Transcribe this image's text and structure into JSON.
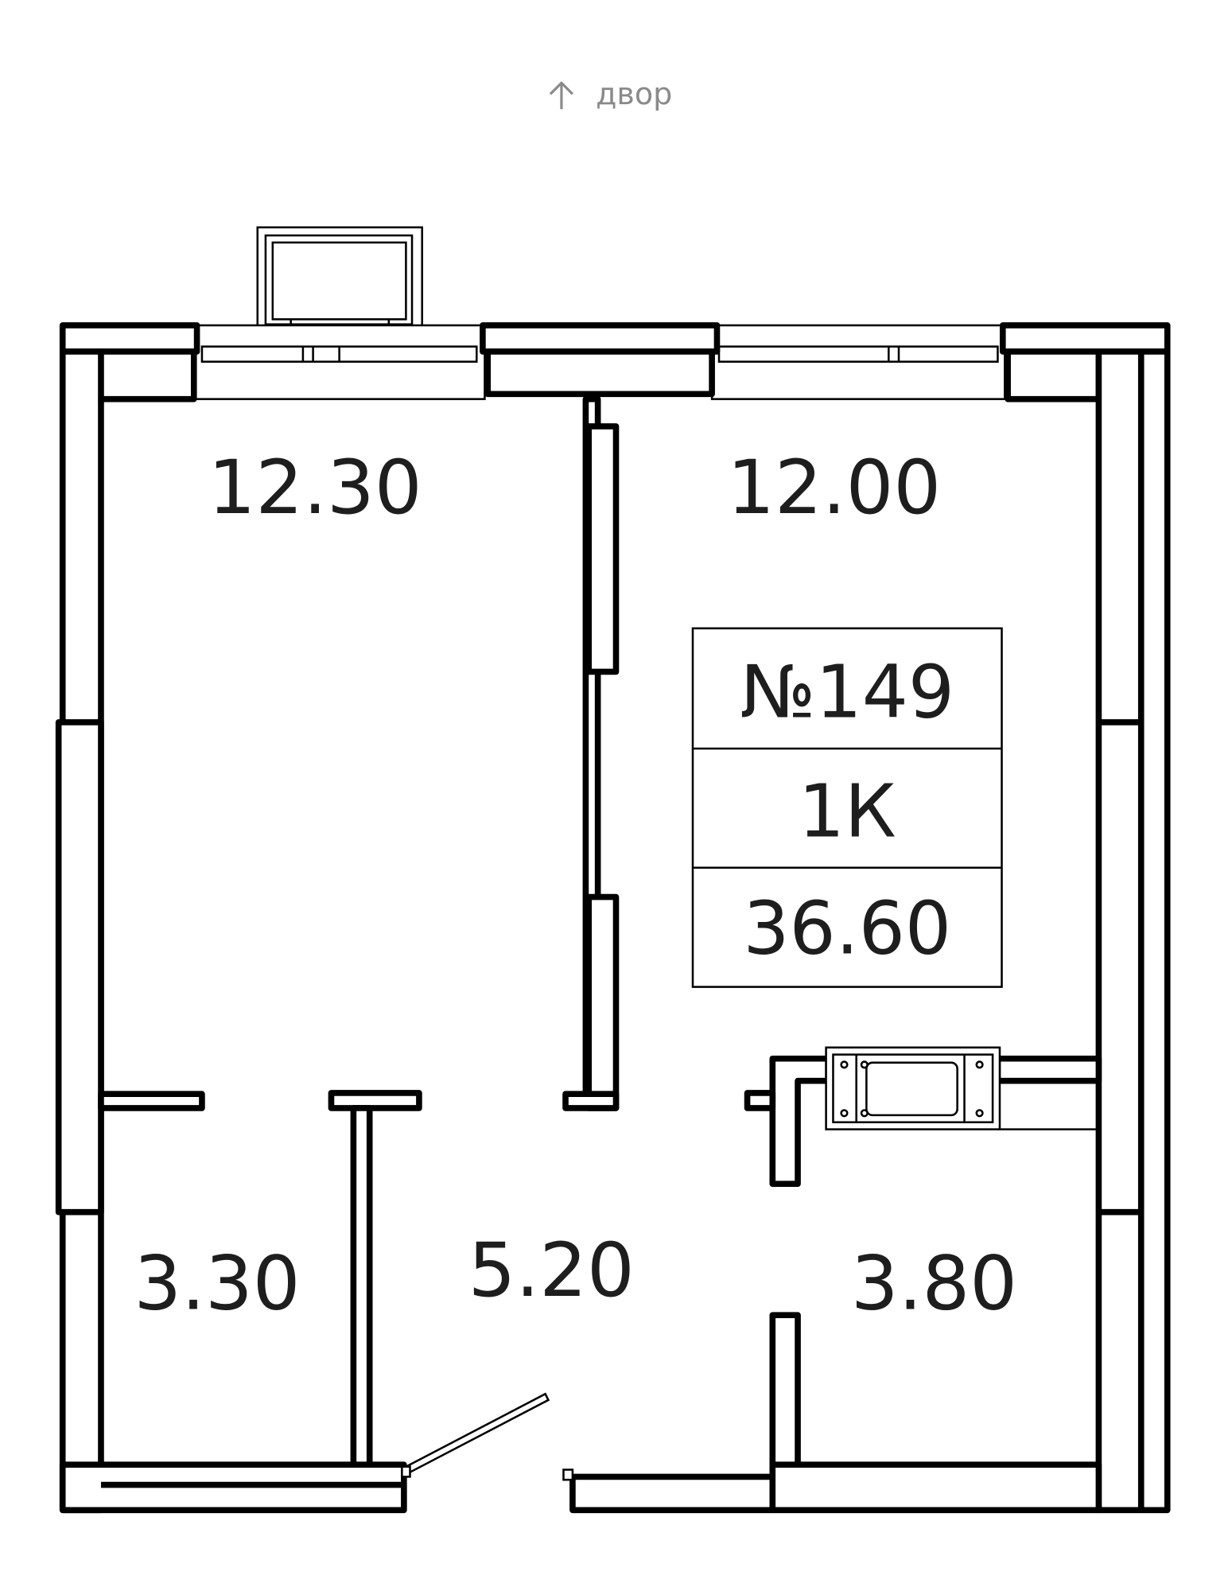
{
  "orientation": {
    "arrow_icon": "arrow-up-icon",
    "label": "двор"
  },
  "apartment": {
    "number": "№149",
    "type": "1К",
    "total_area": "36.60"
  },
  "rooms": [
    {
      "id": "room-1",
      "area": "12.30"
    },
    {
      "id": "room-2",
      "area": "12.00"
    },
    {
      "id": "bathroom",
      "area": "3.30"
    },
    {
      "id": "hallway",
      "area": "5.20"
    },
    {
      "id": "wc",
      "area": "3.80"
    }
  ],
  "colors": {
    "wall": "#000000",
    "text": "#1e1e1e",
    "label": "#8a8a8a"
  }
}
